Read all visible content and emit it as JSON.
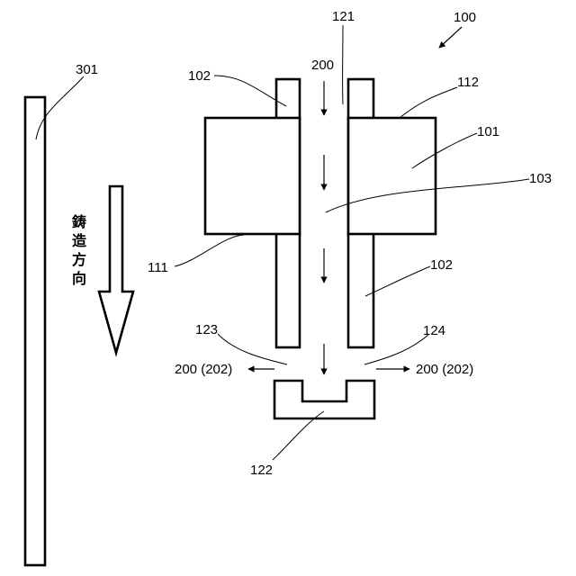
{
  "labels": {
    "device": "100",
    "mold": "101",
    "pipe_upper_left": "102",
    "pipe_lower_right": "102",
    "flow_path": "103",
    "mold_lower_face": "111",
    "mold_upper_face": "112",
    "inlet": "121",
    "receiver": "122",
    "outlet_left": "123",
    "outlet_right": "124",
    "strand": "301",
    "flow": "200",
    "exhaust_left": "200 (202)",
    "exhaust_right": "200 (202)"
  },
  "casting_direction": [
    "鋳",
    "造",
    "方",
    "向"
  ]
}
